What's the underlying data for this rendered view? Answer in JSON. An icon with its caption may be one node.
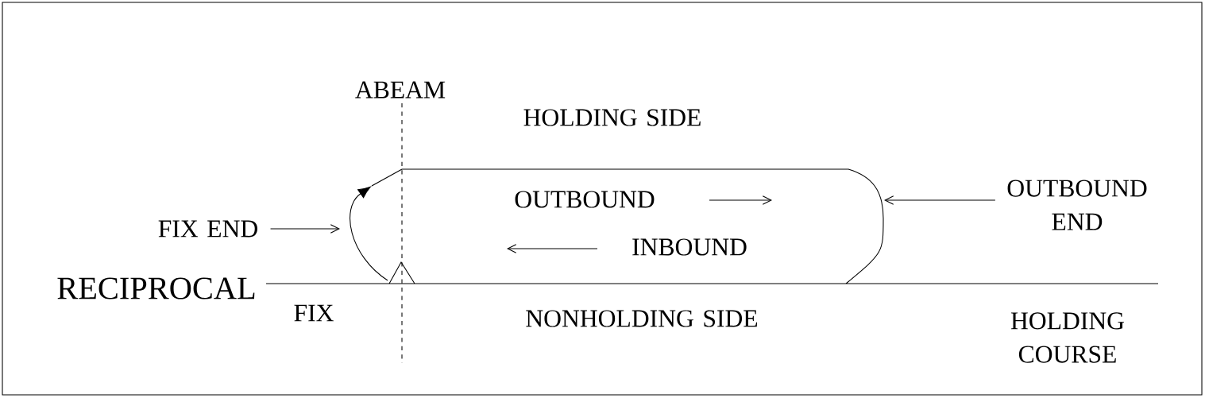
{
  "diagram": {
    "nodes": [
      {
        "text": [
          "FIX END"
        ]
      },
      {
        "text": [
          "OUTBOUND END"
        ]
      }
    ],
    "edges": [
      {
        "from": 0,
        "to": null,
        "arrow": "to"
      },
      {
        "from": 1,
        "to": null,
        "arrow": "to"
      }
    ],
    "labels": [
      "ABEAM",
      "HOLDING SIDE",
      "OUTBOUND",
      "INBOUND",
      "RECIPROCAL",
      "FIX",
      "NONHOLDING SIDE",
      "HOLDING COURSE"
    ]
  }
}
